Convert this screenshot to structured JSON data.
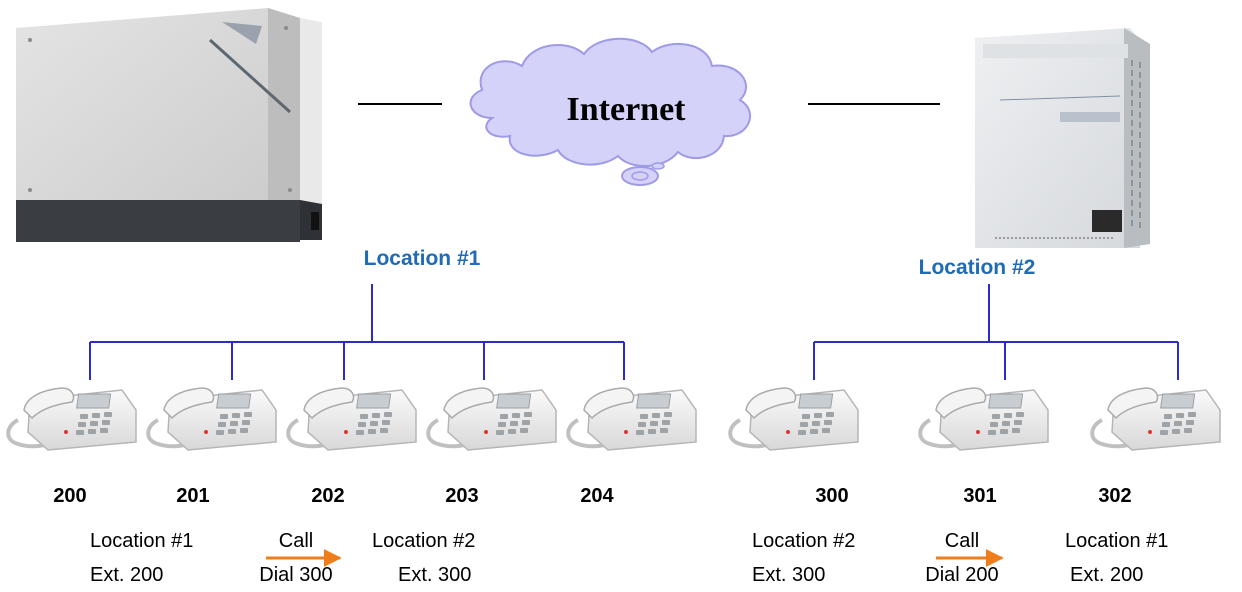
{
  "internet": {
    "label": "Internet"
  },
  "locations": [
    {
      "label": "Location #1",
      "phones": [
        "200",
        "201",
        "202",
        "203",
        "204"
      ],
      "example": {
        "from": "Location #1",
        "from_ext": "Ext. 200",
        "action": "Call",
        "dial": "Dial 300",
        "to": "Location #2",
        "to_ext": "Ext. 300"
      }
    },
    {
      "label": "Location #2",
      "phones": [
        "300",
        "301",
        "302"
      ],
      "example": {
        "from": "Location #2",
        "from_ext": "Ext. 300",
        "action": "Call",
        "dial": "Dial 200",
        "to": "Location #1",
        "to_ext": "Ext. 200"
      }
    }
  ],
  "colors": {
    "location_label": "#1f6bb5",
    "wire": "#2a2ad0",
    "arrow": "#ef7d1a",
    "cloud": "#d4d2f8",
    "cloud_stroke": "#9e9be6"
  }
}
